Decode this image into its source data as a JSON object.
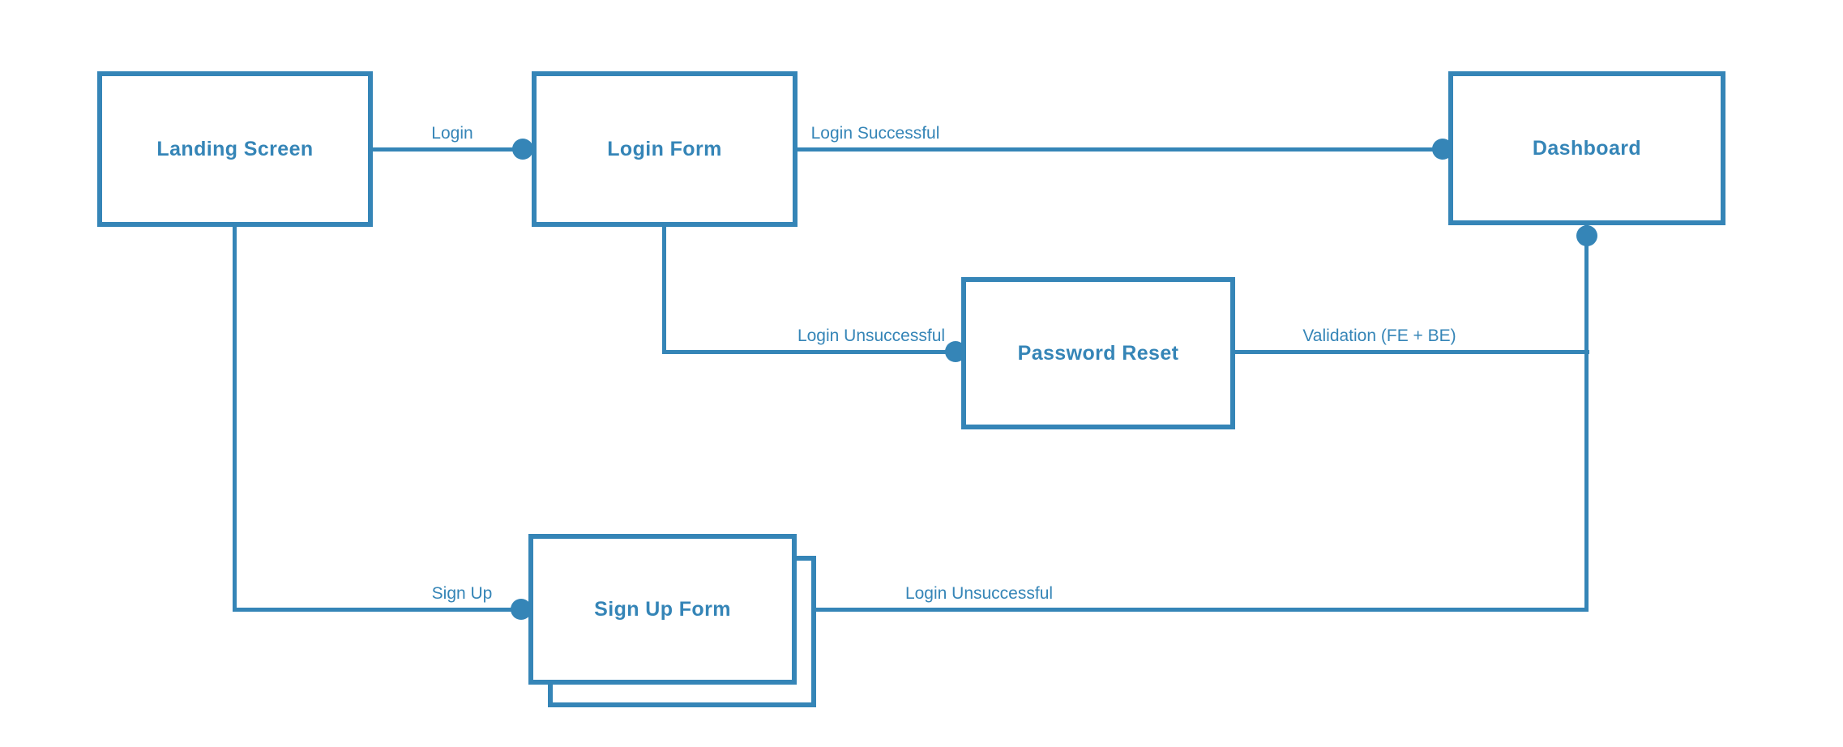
{
  "diagram": {
    "accent_color": "#3585b7",
    "background_color": "#ffffff",
    "nodes": [
      {
        "id": "landing-screen",
        "label": "Landing Screen"
      },
      {
        "id": "login-form",
        "label": "Login Form"
      },
      {
        "id": "dashboard",
        "label": "Dashboard"
      },
      {
        "id": "password-reset",
        "label": "Password Reset"
      },
      {
        "id": "sign-up-form",
        "label": "Sign Up Form",
        "stacked": true
      }
    ],
    "edges": [
      {
        "from": "landing-screen",
        "to": "login-form",
        "label": "Login"
      },
      {
        "from": "login-form",
        "to": "dashboard",
        "label": "Login Successful"
      },
      {
        "from": "login-form",
        "to": "password-reset",
        "label": "Login Unsuccessful"
      },
      {
        "from": "password-reset",
        "to": "dashboard",
        "label": "Validation (FE + BE)"
      },
      {
        "from": "landing-screen",
        "to": "sign-up-form",
        "label": "Sign Up"
      },
      {
        "from": "sign-up-form",
        "to": "dashboard",
        "label": "Login Unsuccessful"
      }
    ]
  }
}
